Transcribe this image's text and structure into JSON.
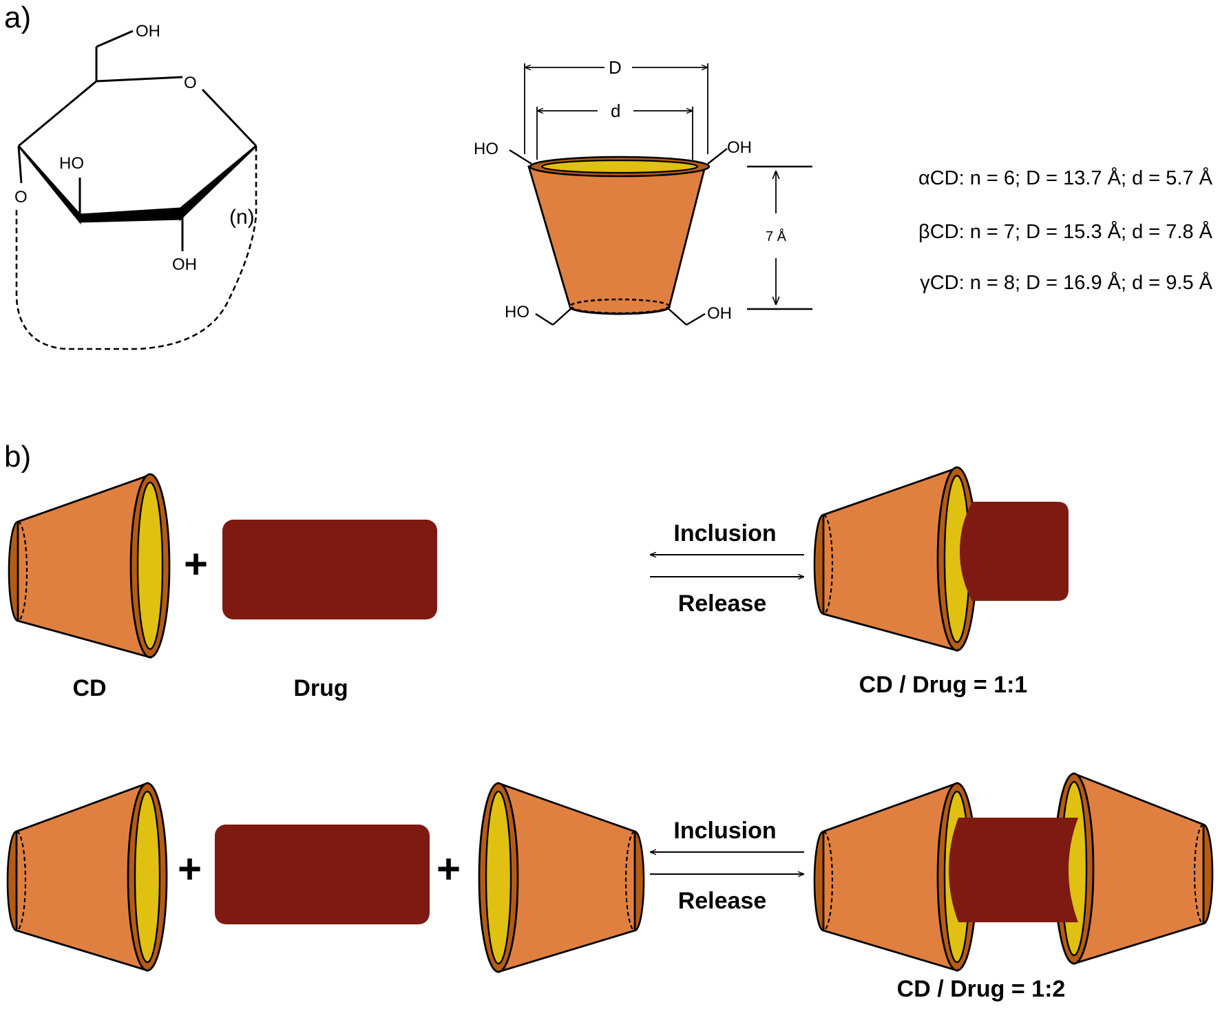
{
  "colors": {
    "cone_fill": "#E08040",
    "rim": "#B55C14",
    "cavity": "#E0C010",
    "drug": "#7E1A12",
    "line": "#000000"
  },
  "panel_a": {
    "label": "a)",
    "glucose": {
      "oh_top": "OH",
      "ring_o": "O",
      "ho_mid": "HO",
      "oh_bottom": "OH",
      "link_o": "O",
      "repeat": "(n)"
    },
    "cone": {
      "D_label": "D",
      "d_label": "d",
      "height_label": "7 Å",
      "ho_top_left": "HO",
      "oh_top_right": "OH",
      "ho_bottom_left": "HO",
      "oh_bottom_right": "OH"
    },
    "cd_specs": [
      {
        "text": "αCD: n = 6; D = 13.7 Å; d = 5.7 Å"
      },
      {
        "text": "βCD: n = 7; D = 15.3 Å; d = 7.8 Å"
      },
      {
        "text": "γCD: n = 8; D = 16.9 Å; d = 9.5 Å"
      }
    ]
  },
  "panel_b": {
    "label": "b)",
    "row1": {
      "cd_label": "CD",
      "drug_label": "Drug",
      "plus": "+",
      "inclusion": "Inclusion",
      "release": "Release",
      "complex_label": "CD / Drug = 1:1"
    },
    "row2": {
      "plus1": "+",
      "plus2": "+",
      "inclusion": "Inclusion",
      "release": "Release",
      "complex_label": "CD / Drug = 1:2"
    }
  }
}
